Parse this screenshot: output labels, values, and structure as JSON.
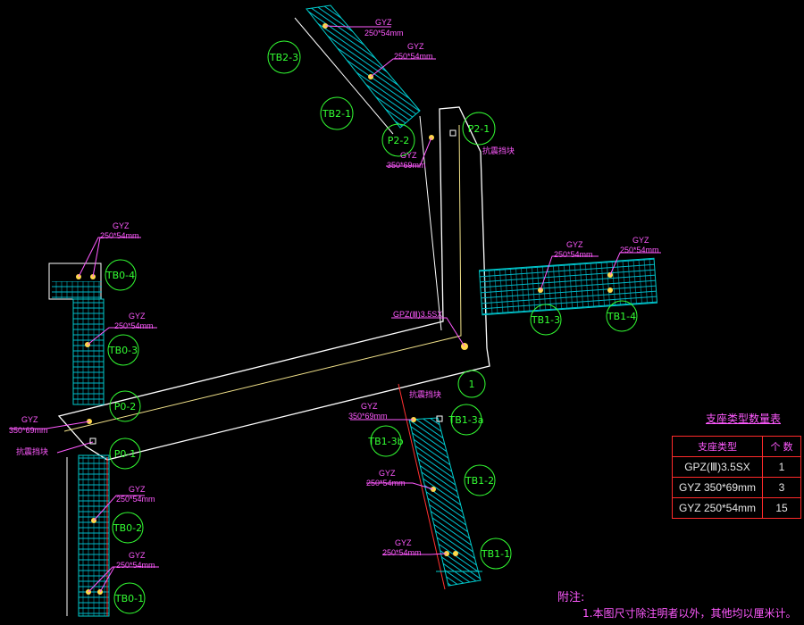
{
  "labels": {
    "tb2_3": "TB2-3",
    "tb2_1": "TB2-1",
    "p2_2": "P2-2",
    "p2_1": "P2-1",
    "tb0_4": "TB0-4",
    "tb0_3": "TB0-3",
    "p0_2": "P0-2",
    "p0_1": "P0-1",
    "tb0_2": "TB0-2",
    "tb0_1": "TB0-1",
    "tb1_3": "TB1-3",
    "tb1_4": "TB1-4",
    "tb1_3a": "TB1-3a",
    "tb1_3b": "TB1-3b",
    "tb1_2": "TB1-2",
    "tb1_1": "TB1-1",
    "axis_1": "1"
  },
  "annotations": {
    "gyz": "GYZ",
    "gyz_250": "250*54mm",
    "gyz_350": "350*69mm",
    "gpz": "GPZ(Ⅲ)3.5SX",
    "anti_block": "抗震挡块"
  },
  "bearing_table": {
    "title": "支座类型数量表",
    "header": [
      "支座类型",
      "个 数"
    ],
    "rows": [
      [
        "GPZ(Ⅲ)3.5SX",
        "1"
      ],
      [
        "GYZ  350*69mm",
        "3"
      ],
      [
        "GYZ  250*54mm",
        "15"
      ]
    ]
  },
  "notes": {
    "label": "附注:",
    "line1": "1.本图尺寸除注明者以外，其他均以厘米计。"
  },
  "colors": {
    "background": "#000000",
    "deck": "#ffffff",
    "stair": "#00cccc",
    "text": "#ff5aff",
    "labels": "#33ff33",
    "table_border": "#ff2a2a",
    "centerline": "#ffd84a"
  }
}
